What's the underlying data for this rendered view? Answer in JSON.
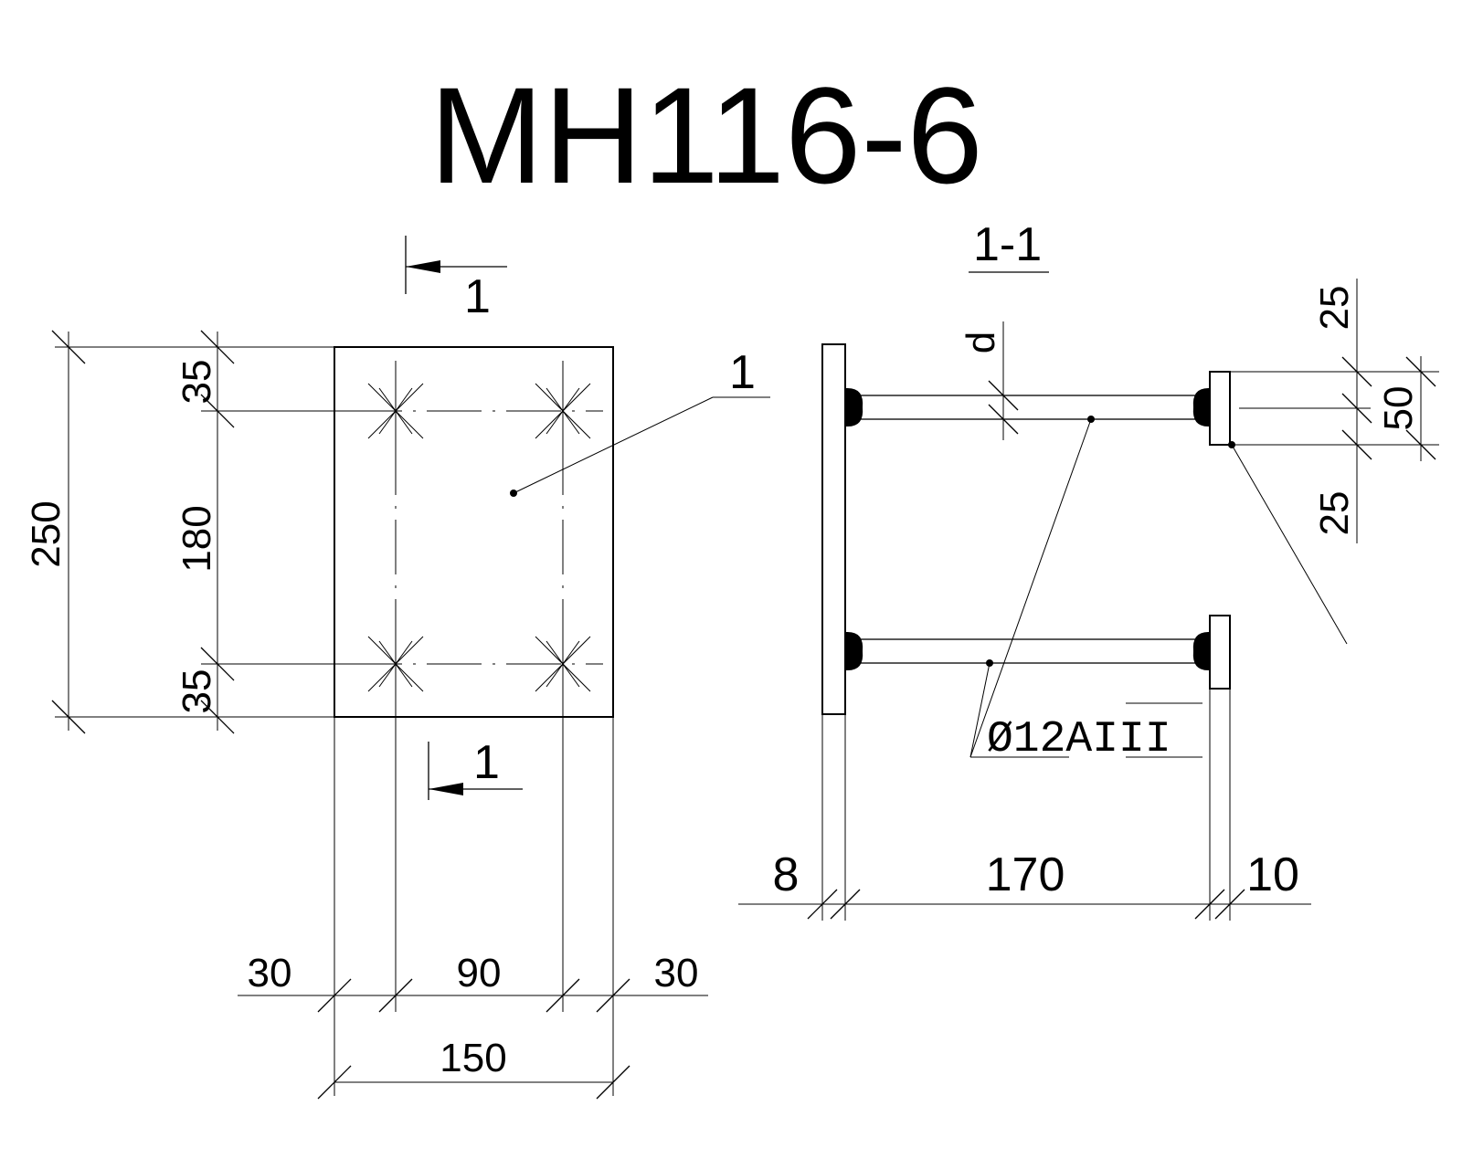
{
  "title": "МН116-6",
  "plan_view": {
    "section_mark_top": "1",
    "section_mark_bottom": "1",
    "part_label": "1",
    "dimensions": {
      "overall_height": "250",
      "top_edge": "35",
      "bolt_spacing_vertical": "180",
      "bottom_edge": "35",
      "left_edge": "30",
      "bolt_spacing_horizontal": "90",
      "right_edge": "30",
      "overall_width": "150"
    }
  },
  "section_view": {
    "section_title": "1-1",
    "rod_diameter_label": "d",
    "rebar_spec": "Ø12АIII",
    "dimensions": {
      "plate_thickness": "8",
      "rod_length": "170",
      "washer_thickness": "10",
      "washer_top_offset": "25",
      "washer_height": "50",
      "washer_bottom_offset": "25"
    }
  }
}
